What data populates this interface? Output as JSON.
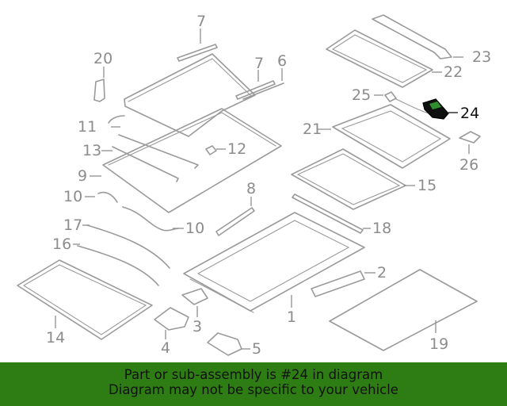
{
  "diagram": {
    "labels": {
      "p1": "1",
      "p2": "2",
      "p3": "3",
      "p4": "4",
      "p5": "5",
      "p6": "6",
      "p7a": "7",
      "p7b": "7",
      "p8": "8",
      "p9": "9",
      "p10a": "10",
      "p10b": "10",
      "p11": "11",
      "p12": "12",
      "p13": "13",
      "p14": "14",
      "p15": "15",
      "p16": "16",
      "p17": "17",
      "p18": "18",
      "p19": "19",
      "p20": "20",
      "p21": "21",
      "p22": "22",
      "p23": "23",
      "p24": "24",
      "p25": "25",
      "p26": "26"
    },
    "highlight_color": "#2e7d14"
  },
  "banner": {
    "line1": "Part or sub-assembly is #24 in diagram",
    "line2": "Diagram may not be specific to your vehicle",
    "background": "#2e7d14"
  }
}
